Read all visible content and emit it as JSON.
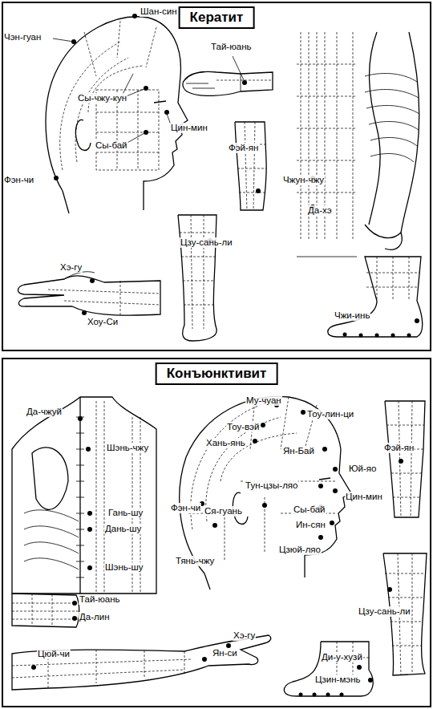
{
  "diagram": {
    "nodes": [
      {
        "text": [
          "Кератит"
        ]
      },
      {
        "text": [
          "Конъюнктивит"
        ]
      }
    ],
    "labels": [
      "Чэн-гуан",
      "Шан-син",
      "Тай-юань",
      "Сы-чжу-кун",
      "Цин-мин",
      "Сы-бай",
      "Фэн-чи",
      "Фэй-ян",
      "Чжун-чжу",
      "Да-хэ",
      "Цзу-сань-ли",
      "Хэ-гу",
      "Хоу-Си",
      "Чжи-инь",
      "Да-чжуй",
      "Му-чуан",
      "Тоу-лин-ци",
      "Тоу-вэй",
      "Шэнь-чжу",
      "Хань-янь",
      "Ян-Бай",
      "Фэй-ян",
      "Юй-яо",
      "Тун-цзы-ляо",
      "Цин-мин",
      "Фэн-чи",
      "Ся-гуань",
      "Сы-бай",
      "Ин-сян",
      "Гань-шу",
      "Дань-шу",
      "Цзюй-ляо",
      "Шэнь-шу",
      "Тянь-чжу",
      "Цзу-сань-ли",
      "Тай-юань",
      "Да-лин",
      "Хэ-гу",
      "Цюй-чи",
      "Ян-си",
      "Ди-у-хузй",
      "Цзин-мэнь"
    ]
  }
}
